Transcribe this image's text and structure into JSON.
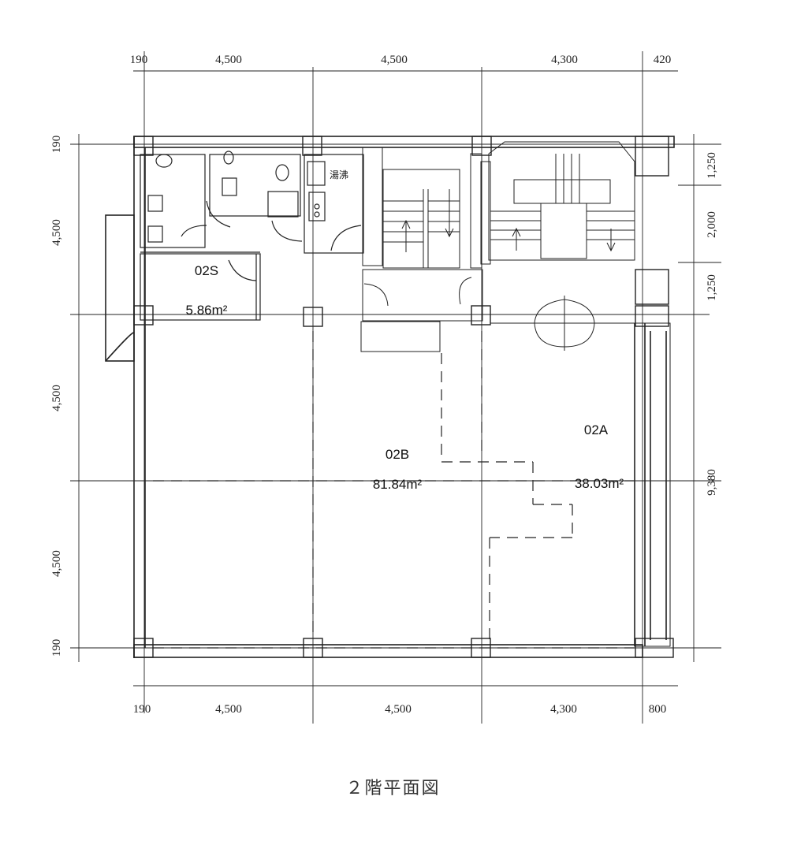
{
  "caption": "２階平面図",
  "dimensions": {
    "top": [
      "190",
      "4,500",
      "4,500",
      "4,300",
      "420"
    ],
    "bottom": [
      "190",
      "4,500",
      "4,500",
      "4,300",
      "800"
    ],
    "left": [
      "190",
      "4,500",
      "4,500",
      "4,500",
      "190"
    ],
    "right": [
      "1,250",
      "2,000",
      "1,250",
      "9,380"
    ]
  },
  "rooms": {
    "s": {
      "name": "02S",
      "area": "5.86m²"
    },
    "b": {
      "name": "02B",
      "area": "81.84m²"
    },
    "a": {
      "name": "02A",
      "area": "38.03m²"
    }
  },
  "kitchen_label": "湯沸"
}
